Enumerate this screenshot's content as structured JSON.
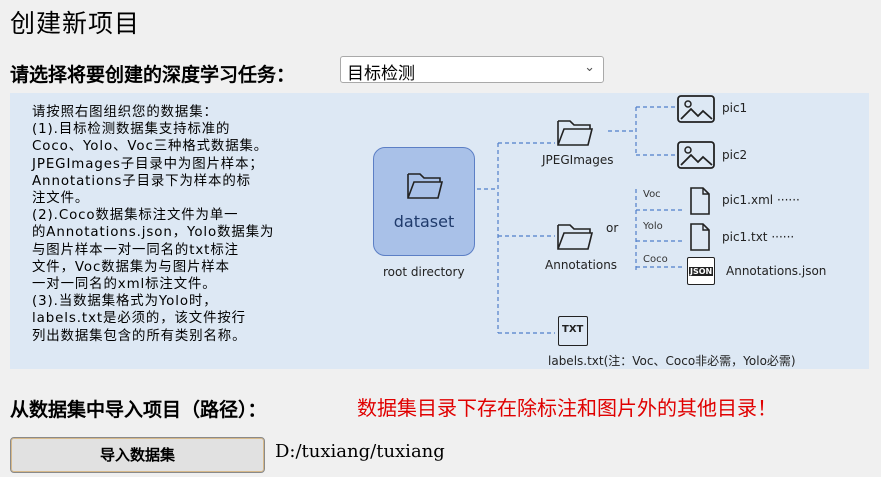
{
  "page_title": "创建新项目",
  "task": {
    "label": "请选择将要创建的深度学习任务：",
    "selected": "目标检测"
  },
  "instructions": [
    "请按照右图组织您的数据集：",
    "(1).目标检测数据集支持标准的",
    "Coco、Yolo、Voc三种格式数据集。",
    "JPEGImages子目录中为图片样本；",
    "Annotations子目录下为样本的标",
    "注文件。",
    "(2).Coco数据集标注文件为单一",
    "的Annotations.json，Yolo数据集为",
    "与图片样本一对一同名的txt标注",
    "文件，Voc数据集为与图片样本",
    "一对一同名的xml标注文件。",
    "(3).当数据集格式为Yolo时，",
    "labels.txt是必须的，该文件按行",
    "列出数据集包含的所有类别名称。"
  ],
  "diagram": {
    "dataset_label": "dataset",
    "root_label": "root directory",
    "jpeg_label": "JPEGImages",
    "pic1": "pic1",
    "pic2": "pic2",
    "annotations_label": "Annotations",
    "or_label": "or",
    "voc_tag": "Voc",
    "yolo_tag": "Yolo",
    "coco_tag": "Coco",
    "xml_file": "pic1.xml ······",
    "txt_file": "pic1.txt  ······",
    "json_file": "Annotations.json",
    "json_icon_text": "JSON",
    "txt_icon_text": "TXT",
    "labels_note": "labels.txt(注：Voc、Coco非必需，Yolo必需)"
  },
  "import": {
    "label": "从数据集中导入项目（路径）：",
    "warning": "数据集目录下存在除标注和图片外的其他目录！",
    "button": "导入数据集",
    "path": "D:/tuxiang/tuxiang"
  },
  "colors": {
    "diagram_bg": "#dde8f4",
    "dataset_fill": "#a9c1e8",
    "dashed_line": "#4f7fc9",
    "warning": "#e00000"
  }
}
